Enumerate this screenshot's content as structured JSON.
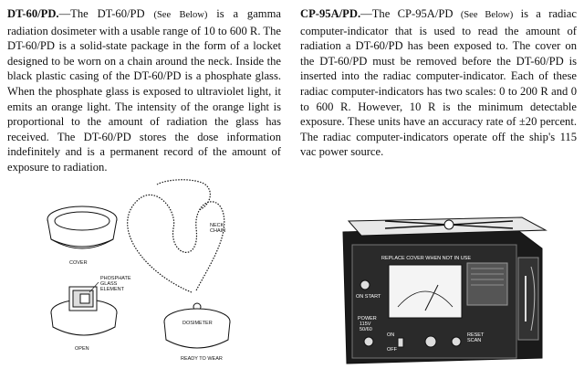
{
  "left": {
    "lead": "DT-60/PD.",
    "t1": "—The DT-60/PD ",
    "see": "(See Below)",
    "t2": " is a gamma radiation dosimeter with a usable range of 10 to 600 R. The DT-60/PD is a solid-state package in the form of a locket designed to be worn on a chain around the neck. Inside the black plastic casing of the DT-60/PD is a phosphate glass. When the phosphate glass is exposed to ultraviolet light, it emits an orange light. The intensity of the orange light is proportional to the amount of radiation the glass has received. The DT-60/PD stores the dose information indefinitely and is a permanent record of the amount of exposure to radiation."
  },
  "right": {
    "lead": "CP-95A/PD.",
    "t1": "—The CP-95A/PD ",
    "see": "(See Below)",
    "t2": " is a radiac computer-indicator that is used to read the amount of radiation a DT-60/PD has been exposed to. The cover on the DT-60/PD must be removed before the DT-60/PD is inserted into the radiac computer-indicator. Each of these radiac computer-indicators has two scales: 0 to 200 R and 0 to 600 R. However, 10 R is the minimum detectable exposure. These units have an accuracy rate of ±20 percent. The radiac computer-indicators operate off the ship's 115 vac power source."
  },
  "dosimeter_figure": {
    "cover_label": "COVER",
    "neck_label_1": "NECK",
    "neck_label_2": "CHAIN",
    "glass_label_1": "PHOSPHATE",
    "glass_label_2": "GLASS",
    "glass_label_3": "ELEMENT",
    "open_label": "OPEN",
    "dosimeter_label": "DOSIMETER",
    "ready_label": "READY TO WEAR"
  },
  "computer_figure": {
    "replace_cover_label": "REPLACE COVER WHEN NOT IN USE",
    "on_start_label": "ON START",
    "power_label_1": "POWER",
    "power_label_2": "115V",
    "power_label_3": "50/60",
    "on_label": "ON",
    "off_label": "OFF",
    "reset_label_1": "RESET",
    "reset_label_2": "SCAN"
  }
}
